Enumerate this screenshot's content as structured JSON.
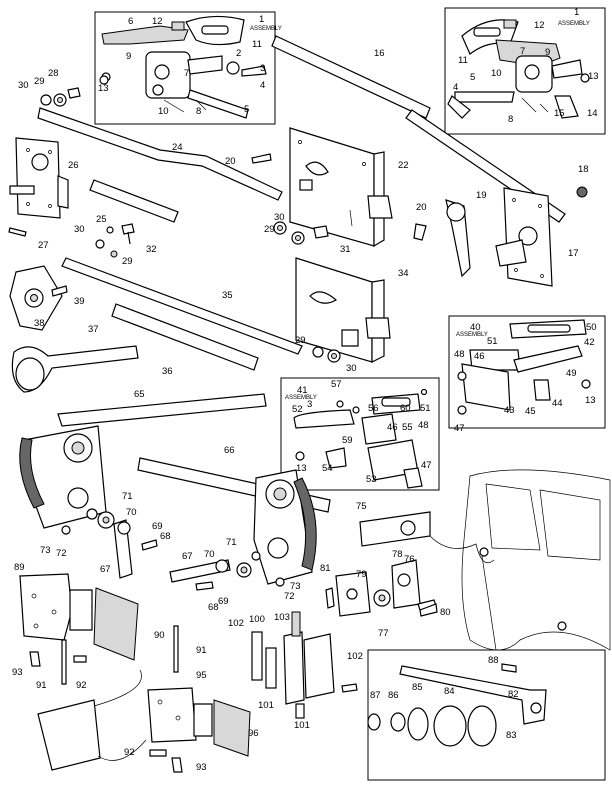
{
  "assembly_word": "ASSEMBLY",
  "callouts": [
    "1",
    "2",
    "3",
    "4",
    "5",
    "6",
    "7",
    "8",
    "9",
    "10",
    "11",
    "12",
    "13",
    "14",
    "15",
    "16",
    "17",
    "18",
    "19",
    "20",
    "22",
    "24",
    "25",
    "26",
    "27",
    "28",
    "29",
    "30",
    "31",
    "32",
    "34",
    "35",
    "36",
    "37",
    "38",
    "39",
    "40",
    "41",
    "42",
    "43",
    "44",
    "45",
    "46",
    "47",
    "48",
    "49",
    "50",
    "51",
    "52",
    "53",
    "54",
    "55",
    "56",
    "57",
    "59",
    "60",
    "65",
    "66",
    "67",
    "68",
    "69",
    "70",
    "71",
    "72",
    "73",
    "75",
    "76",
    "77",
    "78",
    "79",
    "80",
    "81",
    "82",
    "83",
    "84",
    "85",
    "86",
    "87",
    "88",
    "89",
    "90",
    "91",
    "92",
    "93",
    "95",
    "96",
    "100",
    "101",
    "102",
    "103"
  ]
}
